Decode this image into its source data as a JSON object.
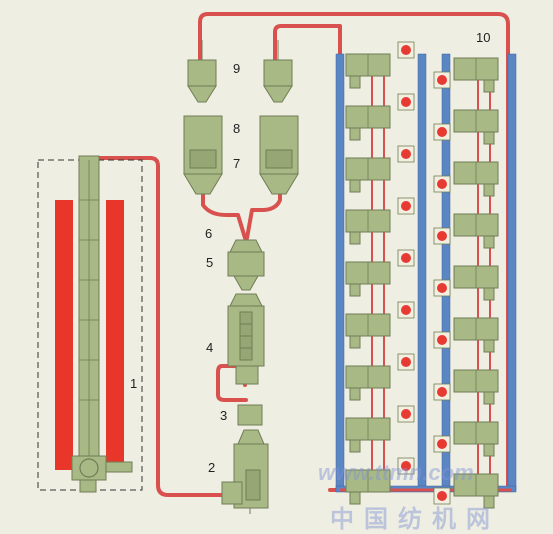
{
  "labels": {
    "l1": "1",
    "l2": "2",
    "l3": "3",
    "l4": "4",
    "l5": "5",
    "l6": "6",
    "l7": "7",
    "l8": "8",
    "l9": "9",
    "l10": "10"
  },
  "watermark": {
    "url": "www.ttmn.com",
    "chinese": "中国纺机网"
  },
  "colors": {
    "background": "#efeee2",
    "machine": "#a9b985",
    "machine_dark": "#6f7d55",
    "pipe": "#d9514e",
    "heater": "#e8372a",
    "rail": "#5b86c4",
    "indicator": "#e63a33"
  }
}
